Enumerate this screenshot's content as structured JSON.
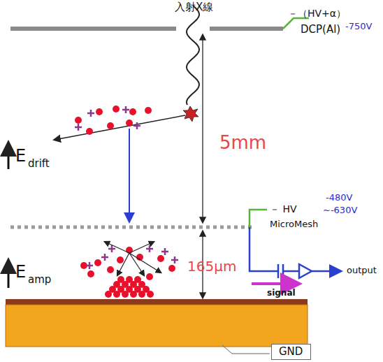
{
  "diagram": {
    "nodes": [
      {
        "text": [
          "GND"
        ]
      }
    ],
    "labels": [
      "入射X線",
      "－（HV+α）",
      "DCP(Al)",
      "-750V",
      "5mm",
      "E",
      "drift",
      "－ HV",
      "-480V",
      "~-630V",
      "MicroMesh",
      "E",
      "amp",
      "165μm",
      "output",
      "signal"
    ]
  }
}
